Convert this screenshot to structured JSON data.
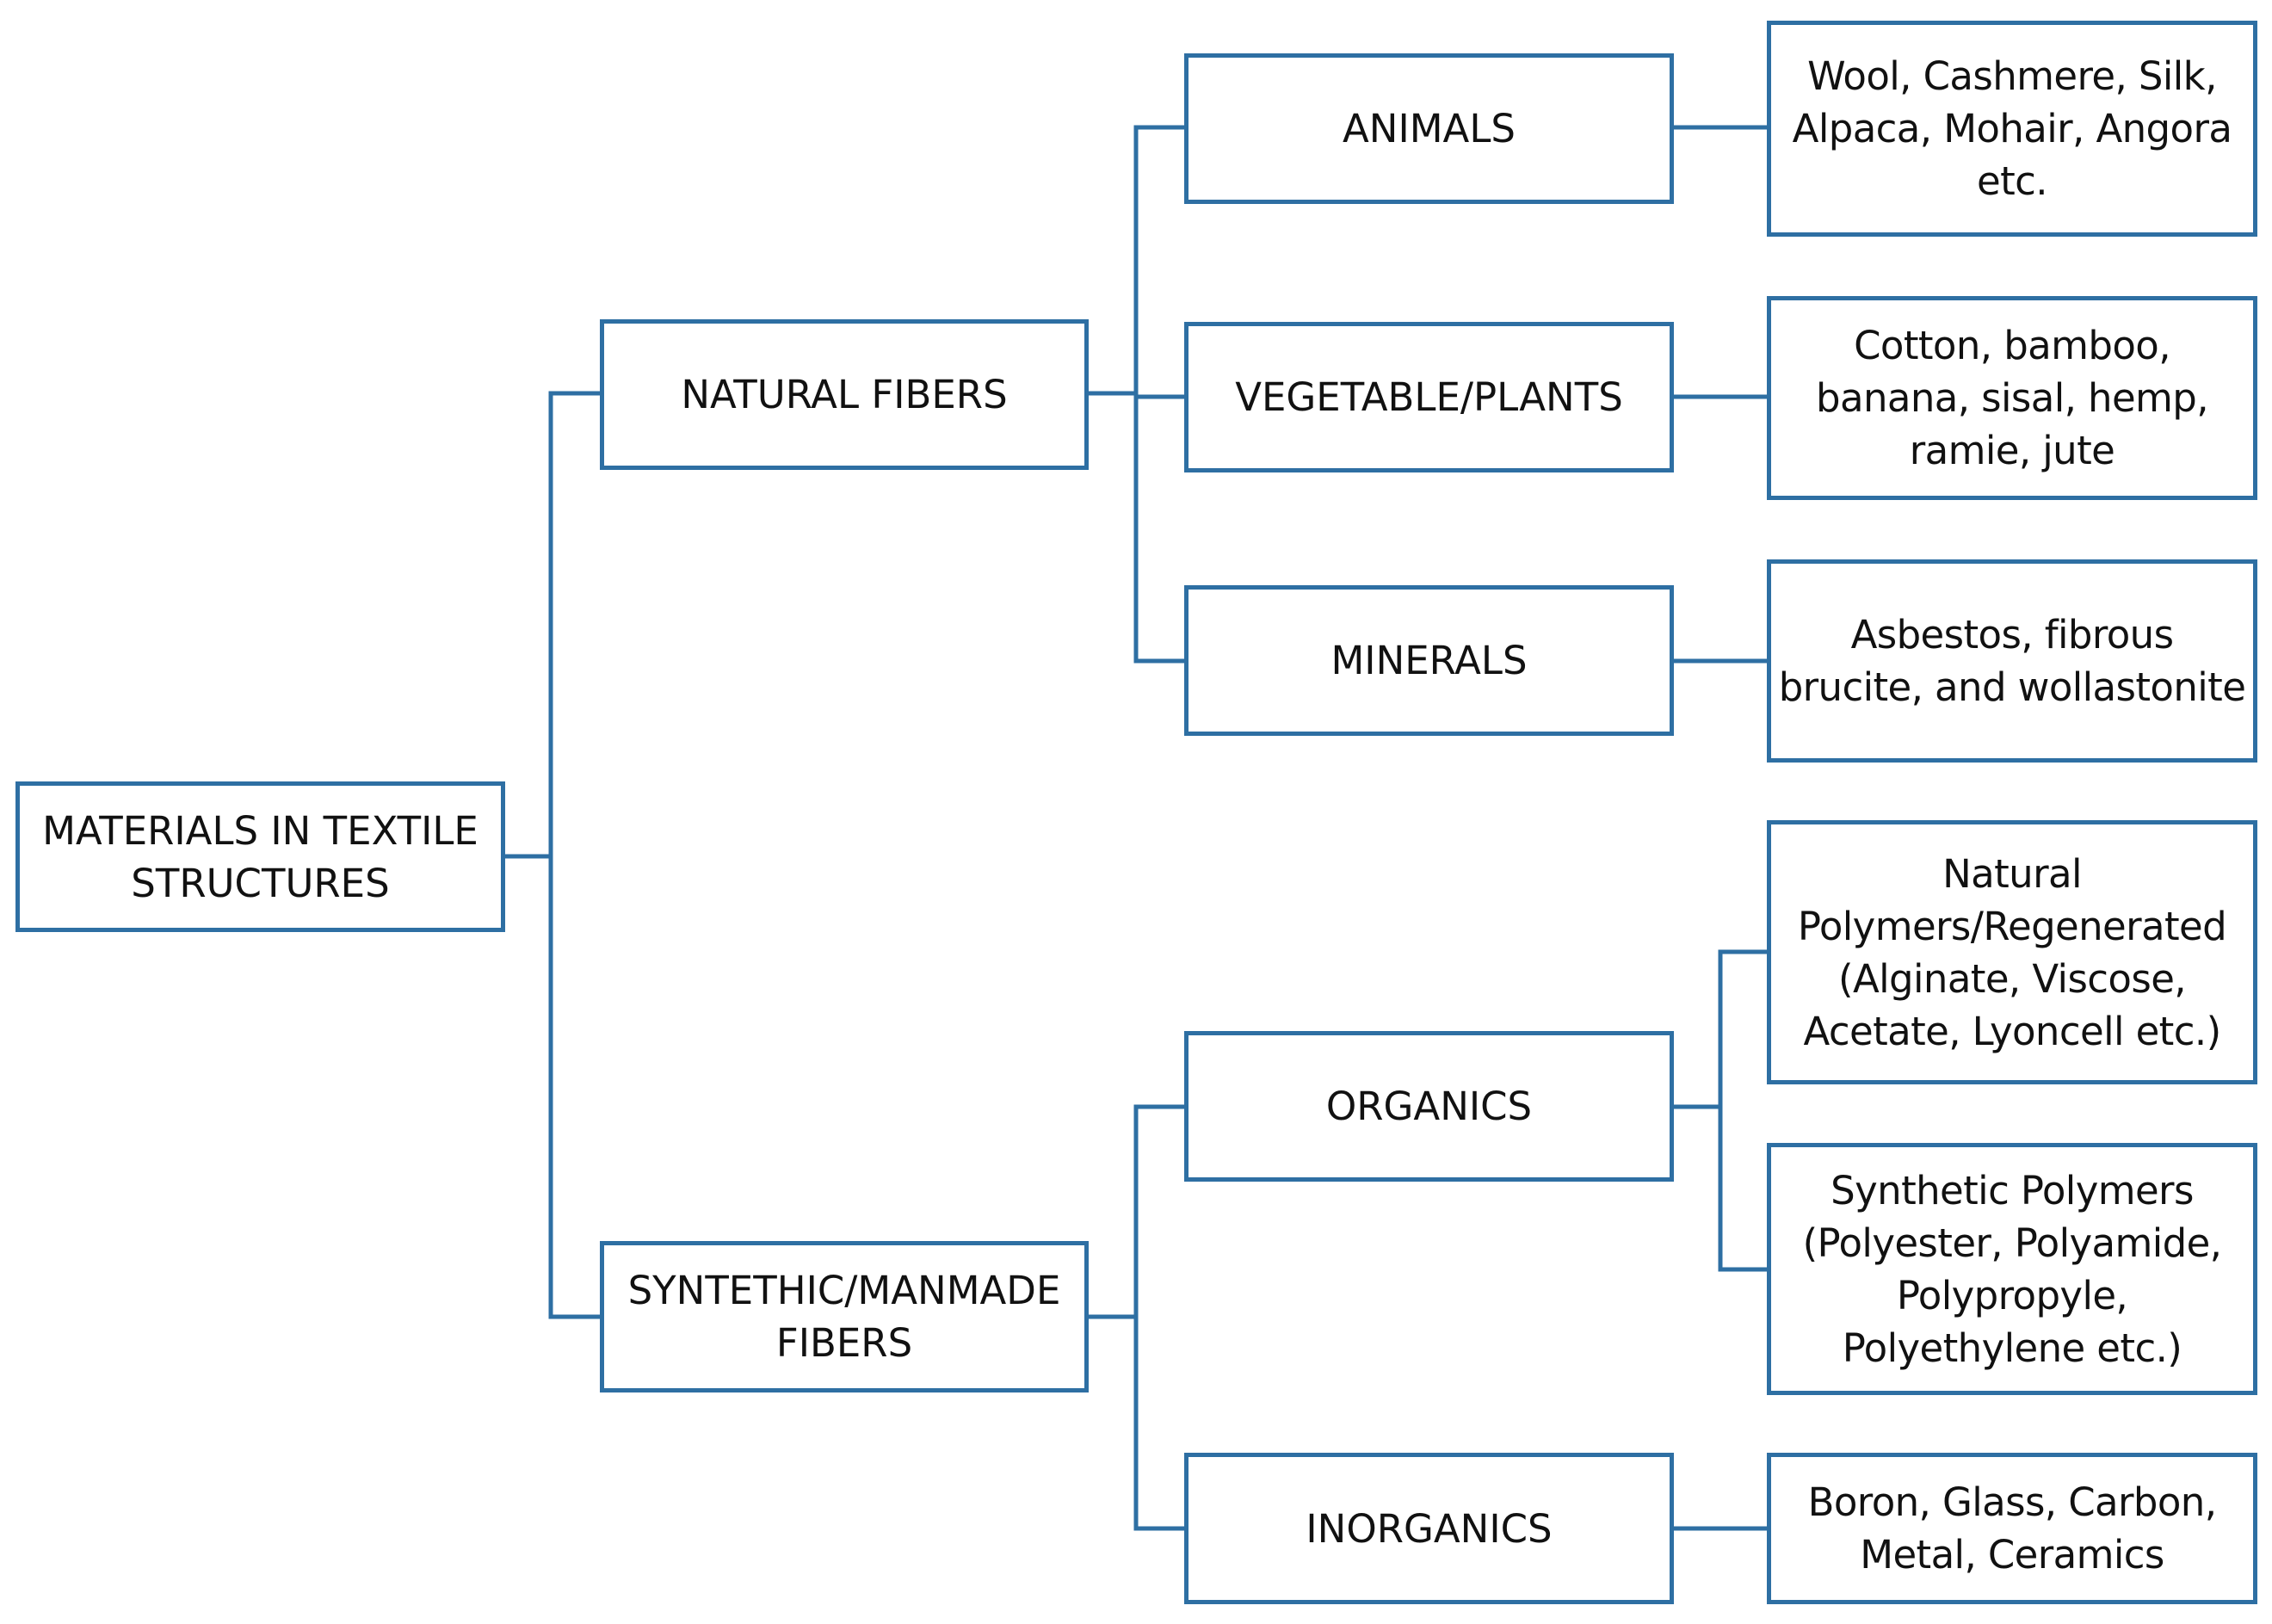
{
  "diagram": {
    "line_color": "#2e6fa3",
    "nodes": {
      "root": "MATERIALS IN TEXTILE\nSTRUCTURES",
      "natural": "NATURAL FIBERS",
      "synthetic": "SYNTETHIC/MANMADE\nFIBERS",
      "animals": "ANIMALS",
      "vegetable": "VEGETABLE/PLANTS",
      "minerals": "MINERALS",
      "organics": "ORGANICS",
      "inorganics": "INORGANICS",
      "animals_examples": "Wool, Cashmere, Silk,\nAlpaca, Mohair, Angora\netc.",
      "vegetable_examples": "Cotton, bamboo,\nbanana, sisal, hemp,\nramie, jute",
      "minerals_examples": "Asbestos, fibrous\nbrucite, and wollastonite",
      "natural_polymers": "Natural\nPolymers/Regenerated\n(Alginate, Viscose,\nAcetate, Lyoncell etc.)",
      "synthetic_polymers": "Synthetic Polymers\n(Polyester, Polyamide,\nPolypropyle,\nPolyethylene etc.)",
      "inorganics_examples": "Boron, Glass, Carbon,\nMetal, Ceramics"
    }
  }
}
